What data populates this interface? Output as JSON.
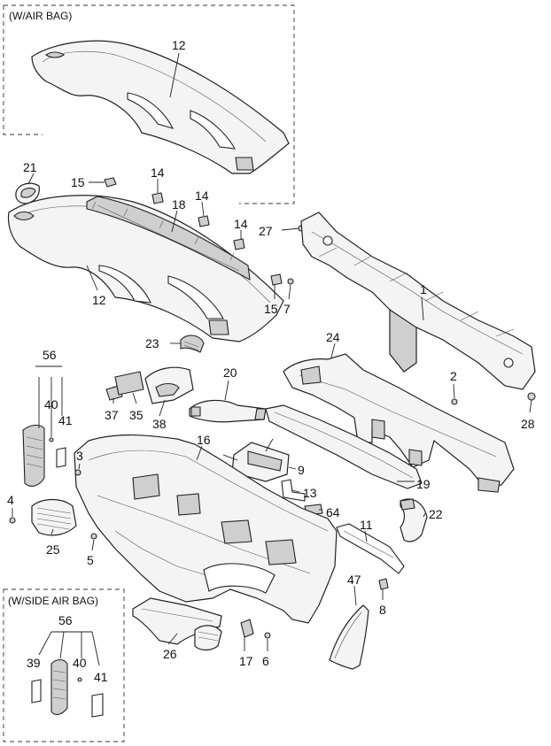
{
  "boxes": {
    "airbag": {
      "title": "(W/AIR BAG)"
    },
    "side_airbag": {
      "title": "(W/SIDE AIR BAG)"
    }
  },
  "callouts": {
    "c12_top": "12",
    "c21": "21",
    "c15_top": "15",
    "c14_a": "14",
    "c18": "18",
    "c14_b": "14",
    "c14_c": "14",
    "c27": "27",
    "c12_mid": "12",
    "c15_mid": "15",
    "c7": "7",
    "c1": "1",
    "c23": "23",
    "c24": "24",
    "c56_top": "56",
    "c40_top": "40",
    "c41_top": "41",
    "c20": "20",
    "c2": "2",
    "c37": "37",
    "c35": "35",
    "c38": "38",
    "c28": "28",
    "c16": "16",
    "c3": "3",
    "c9": "9",
    "c19": "19",
    "c4": "4",
    "c13": "13",
    "c64": "64",
    "c22": "22",
    "c25": "25",
    "c11": "11",
    "c5": "5",
    "c47": "47",
    "c8": "8",
    "c26": "26",
    "c17": "17",
    "c6": "6",
    "c56_box": "56",
    "c39": "39",
    "c40_box": "40",
    "c41_box": "41"
  }
}
